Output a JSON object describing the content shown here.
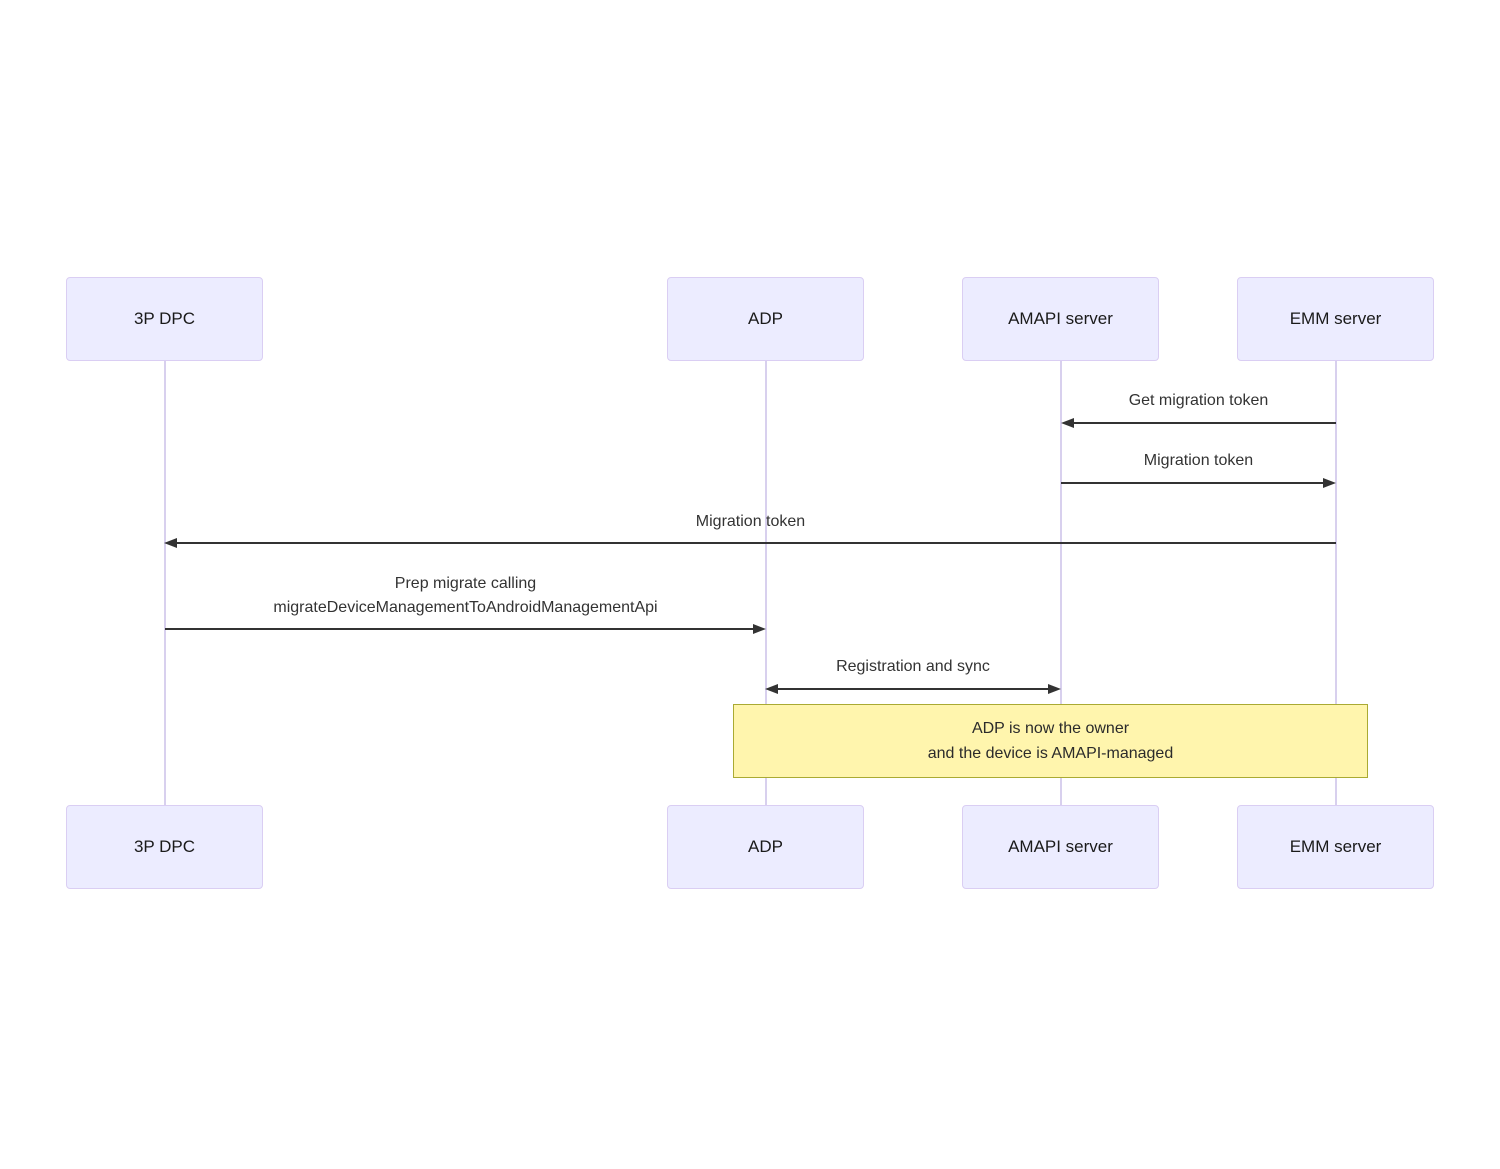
{
  "diagram": {
    "type": "sequence-diagram",
    "actors": [
      {
        "id": "3p-dpc",
        "label": "3P DPC"
      },
      {
        "id": "adp",
        "label": "ADP"
      },
      {
        "id": "amapi-server",
        "label": "AMAPI server"
      },
      {
        "id": "emm-server",
        "label": "EMM server"
      }
    ],
    "messages": [
      {
        "from": "EMM server",
        "to": "AMAPI server",
        "direction": "left",
        "label": "Get migration token"
      },
      {
        "from": "AMAPI server",
        "to": "EMM server",
        "direction": "right",
        "label": "Migration token"
      },
      {
        "from": "EMM server",
        "to": "3P DPC",
        "direction": "left",
        "label": "Migration token"
      },
      {
        "from": "3P DPC",
        "to": "ADP",
        "direction": "right",
        "label_line1": "Prep migrate calling",
        "label_line2": "migrateDeviceManagementToAndroidManagementApi"
      },
      {
        "from": "ADP",
        "to": "AMAPI server",
        "direction": "both",
        "label": "Registration and sync"
      }
    ],
    "note": {
      "over": "ADP, EMM server",
      "line1": "ADP is now the owner",
      "line2": "and the device is AMAPI-managed"
    }
  },
  "colors": {
    "background": "#ffffff",
    "actor_fill": "#ECECFF",
    "actor_border": "#DACEF3",
    "actor_text": "#1a1a1a",
    "lifeline": "#D8D0EE",
    "arrow": "#333333",
    "message_text": "#333333",
    "note_fill": "#FFF5AD",
    "note_border": "#AAAA33",
    "note_text": "#2b2b2b"
  }
}
